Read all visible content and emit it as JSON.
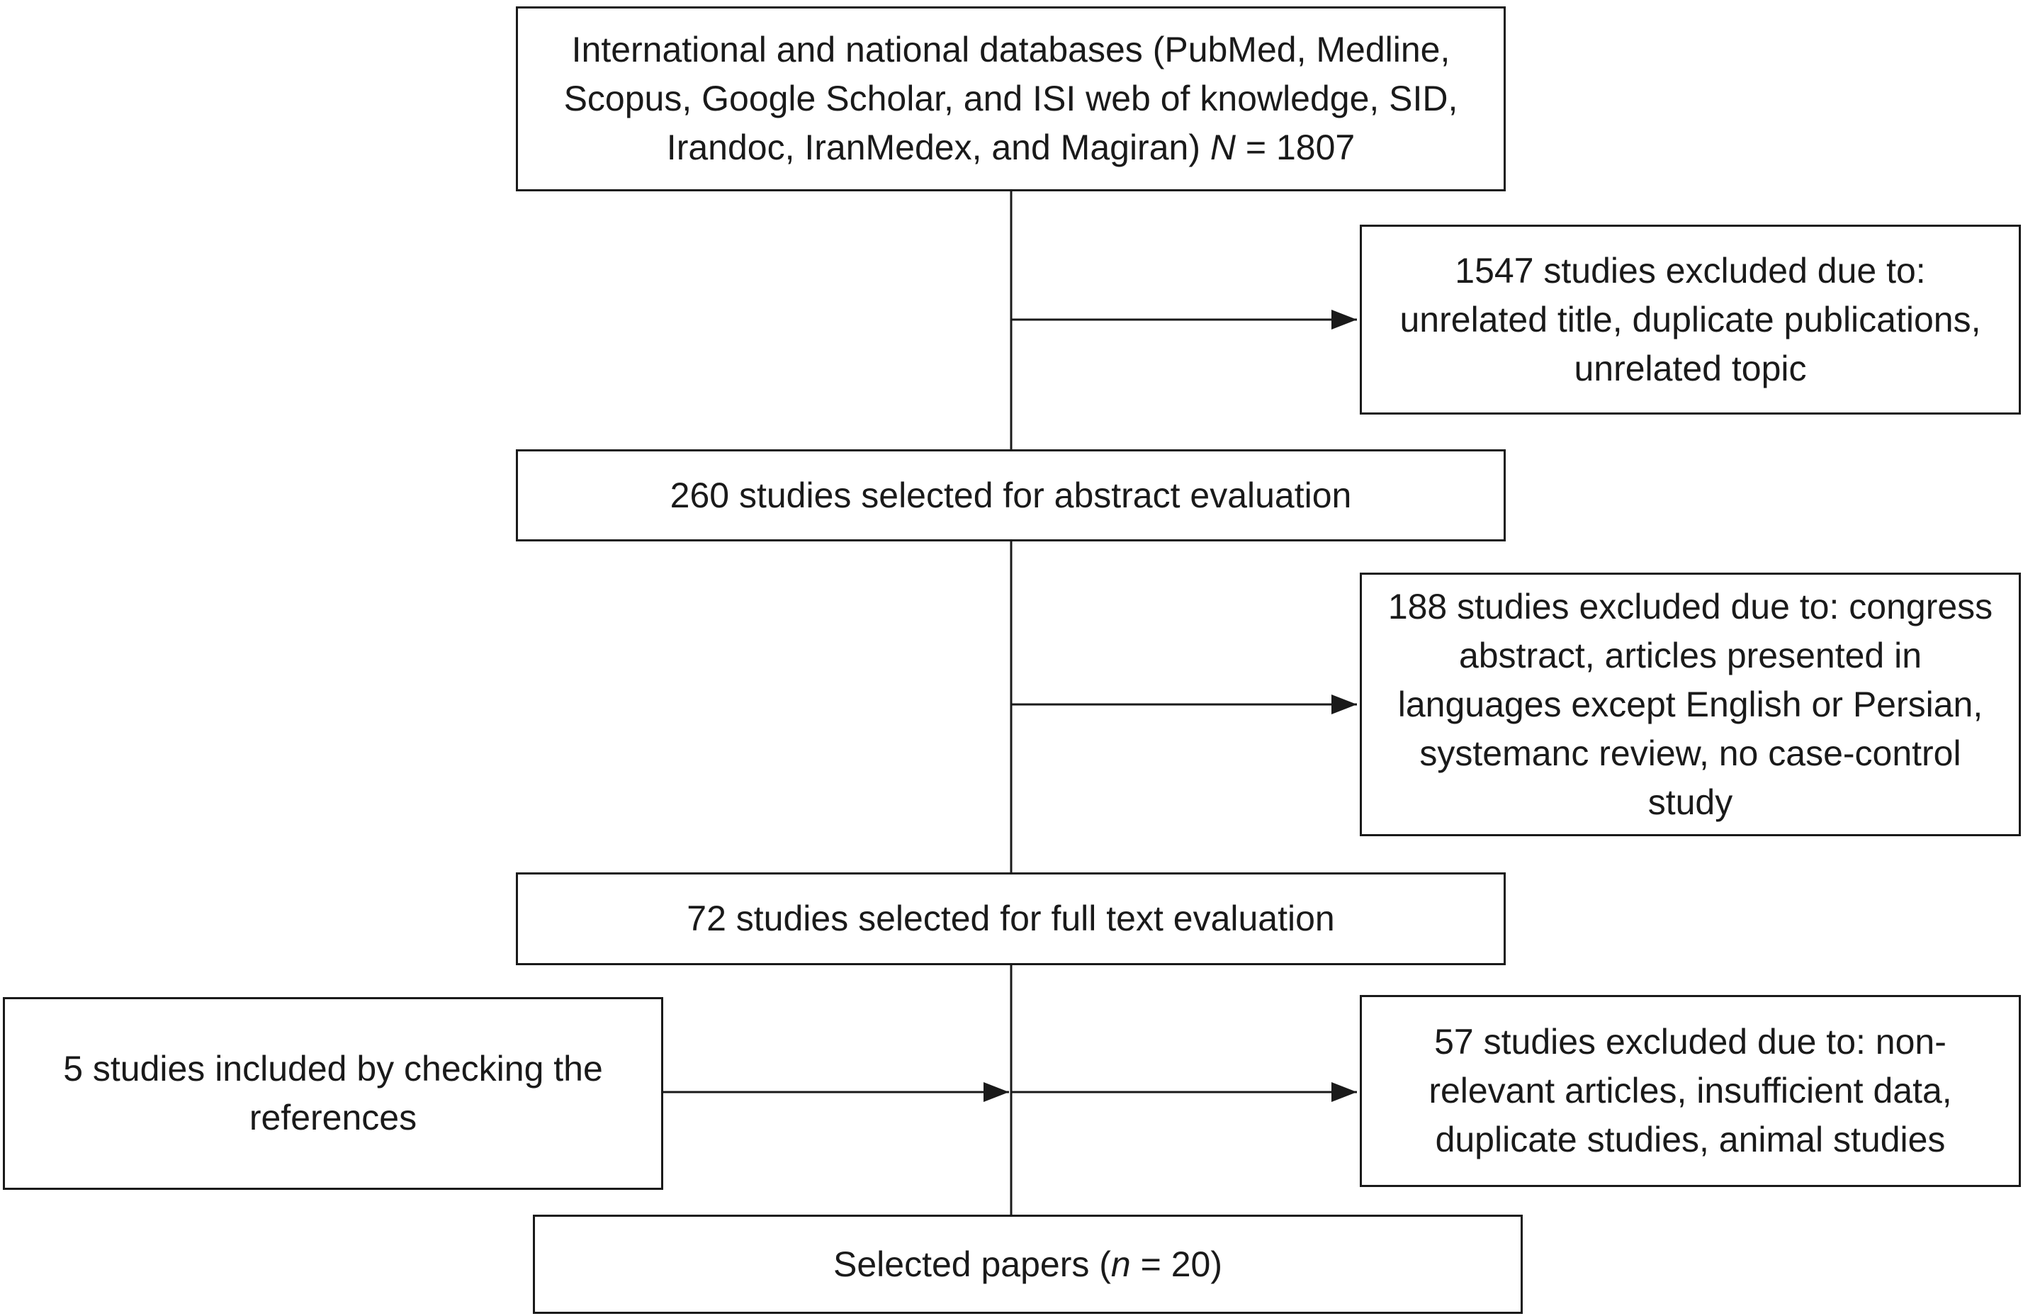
{
  "flowchart": {
    "nodes": {
      "databases": {
        "text_before": "International and national databases (PubMed, Medline, Scopus, Google Scholar, and ISI web of knowledge, SID, Irandoc, IranMedex, and Magiran) ",
        "n_var": "N",
        "text_after": " = 1807"
      },
      "excluded_title_screen": {
        "text": "1547 studies excluded due to: unrelated title, duplicate publications, unrelated topic"
      },
      "abstract_evaluation": {
        "text": "260 studies selected for abstract evaluation"
      },
      "excluded_abstract_screen": {
        "text": "188 studies excluded due to: congress abstract, articles presented in languages except English or Persian, systemanc review, no case-control study"
      },
      "fulltext_evaluation": {
        "text": "72 studies selected for full text evaluation"
      },
      "included_references": {
        "text": "5 studies included by checking the references"
      },
      "excluded_fulltext_screen": {
        "text": "57 studies excluded due to: non-relevant articles, insufficient data, duplicate studies, animal studies"
      },
      "selected_papers": {
        "text_before": "Selected papers (",
        "n_var": "n",
        "text_after": " = 20)"
      }
    },
    "colors": {
      "border": "#1a1a1a",
      "line": "#1a1a1a",
      "text": "#1a1a1a",
      "background": "#ffffff"
    }
  }
}
